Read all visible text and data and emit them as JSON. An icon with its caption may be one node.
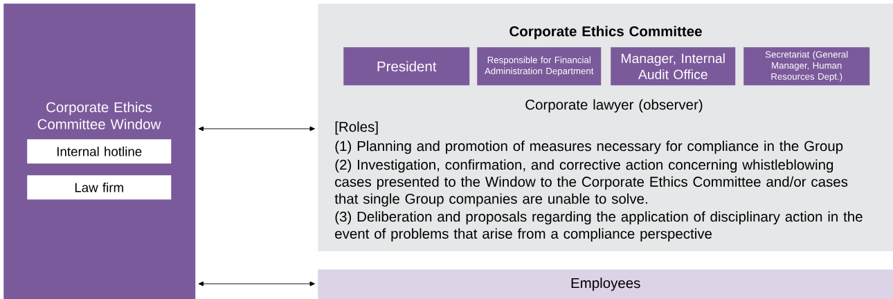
{
  "diagram": {
    "nodes": [
      {
        "text": [
          "Corporate Ethics Committee Window"
        ]
      },
      {
        "text": [
          "Internal hotline"
        ],
        "in": 0
      },
      {
        "text": [
          "Law firm"
        ],
        "in": 0
      },
      {
        "text": [
          "Corporate Ethics Committee",
          "Corporate lawyer (observer)",
          "[Roles]",
          "(1) Planning and promotion of measures necessary for compliance in the Group",
          "(2) Investigation, confirmation, and corrective action concerning whistleblowing cases presented to the Window to the Corporate Ethics Committee and/or cases that single Group companies are unable to solve.",
          "(3) Deliberation and proposals regarding the application of disciplinary action in the event of problems that arise from a compliance perspective"
        ]
      },
      {
        "text": [
          "President"
        ],
        "in": 3
      },
      {
        "text": [
          "Responsible for Financial Administration Department"
        ],
        "in": 3
      },
      {
        "text": [
          "Manager, Internal Audit Office"
        ],
        "in": 3
      },
      {
        "text": [
          "Secretariat (General Manager, Human Resources Dept.)"
        ],
        "in": 3
      },
      {
        "text": [
          "Employees"
        ]
      }
    ],
    "edges": [
      {
        "from": 0,
        "to": 3,
        "arrow": "both"
      },
      {
        "from": 0,
        "to": 8,
        "arrow": "both"
      }
    ]
  }
}
